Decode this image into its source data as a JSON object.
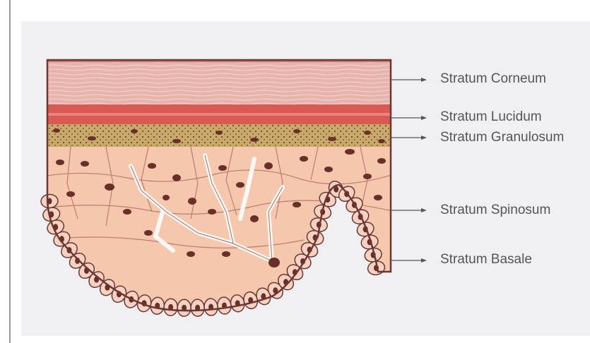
{
  "labels": {
    "corneum": "Stratum Corneum",
    "lucidum": "Stratum Lucidum",
    "granulosum": "Stratum Granulosum",
    "spinosum": "Stratum Spinosum",
    "basale": "Stratum Basale"
  },
  "colors": {
    "slide_background": "#f0f0f2",
    "corneum": "#e9b3ad",
    "lucidum": "#d95a55",
    "granulosum": "#c9a86b",
    "spinosum_cell": "#f5c7ad",
    "basale_cell": "#f7d2c2",
    "nucleus": "#6b2f2a",
    "membrane": "#6a3733"
  }
}
